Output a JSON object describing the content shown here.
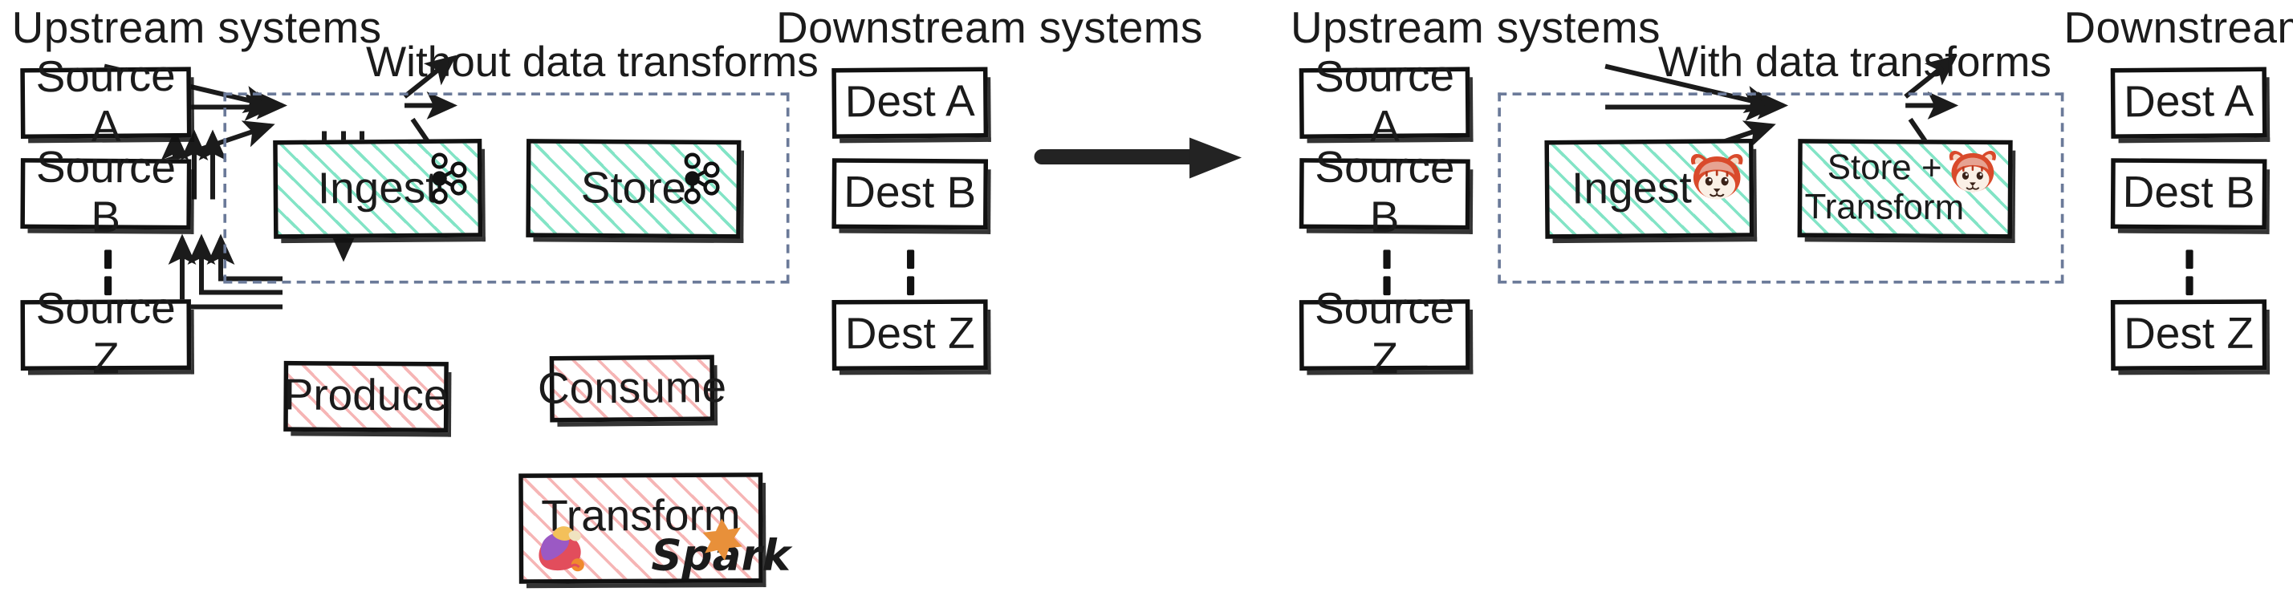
{
  "diagram": {
    "type": "architecture-comparison",
    "panels": [
      {
        "id": "left",
        "title": "Without data transforms",
        "upstream_label": "Upstream systems",
        "downstream_label": "Downstream systems",
        "sources": [
          "Source A",
          "Source B",
          "Source Z"
        ],
        "destinations": [
          "Dest A",
          "Dest B",
          "Dest Z"
        ],
        "pipeline_stages": [
          {
            "label": "Ingest",
            "icon": "apache-kafka-icon",
            "fill": "green-hatch"
          },
          {
            "label": "Store",
            "icon": "apache-kafka-icon",
            "fill": "green-hatch"
          }
        ],
        "external_stages": [
          {
            "label": "Produce",
            "fill": "pink-hatch"
          },
          {
            "label": "Consume",
            "fill": "pink-hatch"
          },
          {
            "label": "Transform",
            "fill": "pink-hatch",
            "icons": [
              "apache-flink-icon",
              "apache-spark-icon"
            ],
            "spark_wordmark": "Spark"
          }
        ],
        "ellipsis": "vertical-dots"
      },
      {
        "id": "right",
        "title": "With data transforms",
        "upstream_label": "Upstream systems",
        "downstream_label": "Downstream systems",
        "sources": [
          "Source A",
          "Source B",
          "Source Z"
        ],
        "destinations": [
          "Dest A",
          "Dest B",
          "Dest Z"
        ],
        "pipeline_stages": [
          {
            "label": "Ingest",
            "icon": "redpanda-icon",
            "fill": "green-hatch"
          },
          {
            "label": "Store +\nTransform",
            "label_line1": "Store +",
            "label_line2": "Transform",
            "icon": "redpanda-icon",
            "fill": "green-hatch"
          }
        ],
        "external_stages": [],
        "ellipsis": "vertical-dots"
      }
    ],
    "transition_arrow": "right-arrow-icon",
    "colors": {
      "stroke": "#111111",
      "dashed_group_border": "#6b7a99",
      "green_hatch": "#40d6a8",
      "pink_hatch": "#ee7878",
      "spark_orange": "#e8903a",
      "redpanda_red": "#d94a2b",
      "text": "#1b1b1b",
      "background": "#ffffff"
    }
  }
}
